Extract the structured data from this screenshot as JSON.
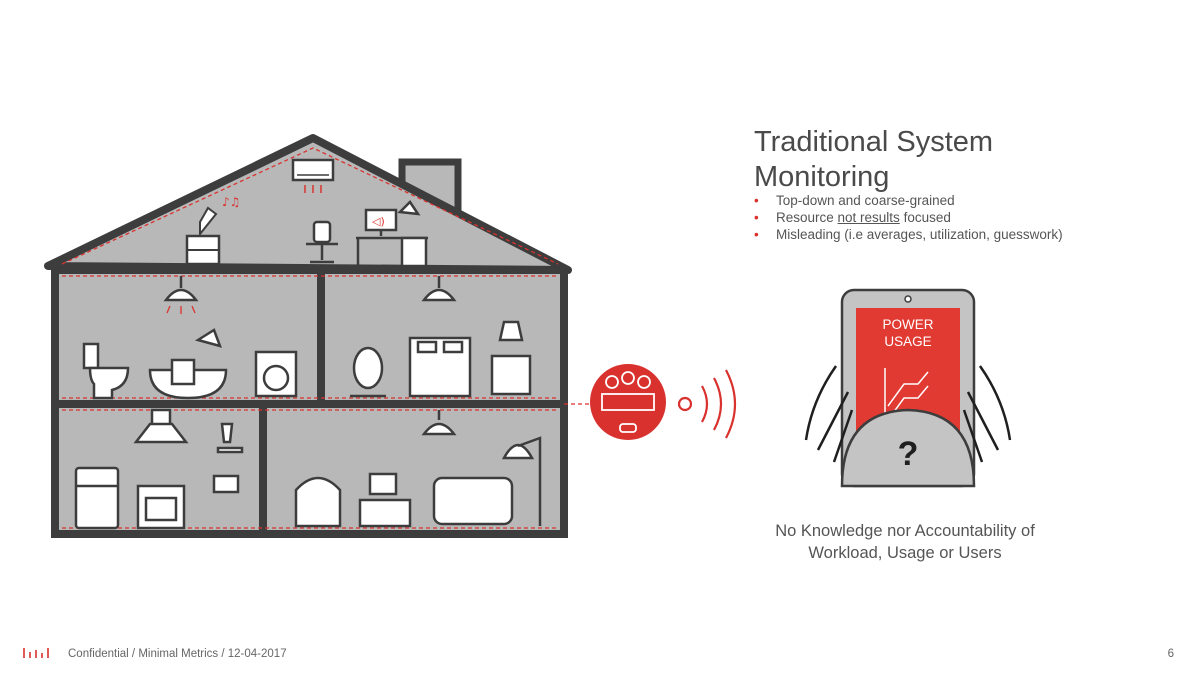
{
  "title": "Traditional System Monitoring",
  "bullets": [
    {
      "before": "Top-down and coarse-grained",
      "underlined": "",
      "after": ""
    },
    {
      "before": "Resource ",
      "underlined": "not results",
      "after": " focused"
    },
    {
      "before": "Misleading (i.e averages, utilization, guesswork)",
      "underlined": "",
      "after": ""
    }
  ],
  "bullet_marker": "•",
  "tablet": {
    "line1": "POWER",
    "line2": "USAGE",
    "question": "?"
  },
  "caption": {
    "line1": "No Knowledge nor Accountability of",
    "line2": "Workload, Usage or Users"
  },
  "footer": {
    "text": "Confidential / Minimal Metrics / 12-04-2017",
    "page_number": "6"
  },
  "colors": {
    "accent": "#d9322e",
    "house_fill": "#b8b8b8",
    "outline": "#3d3d3d"
  },
  "icons": [
    "house-icon",
    "smart-meter-icon",
    "wireless-signal-icon",
    "tablet-icon",
    "hands-icon",
    "minimal-metrics-logo"
  ]
}
